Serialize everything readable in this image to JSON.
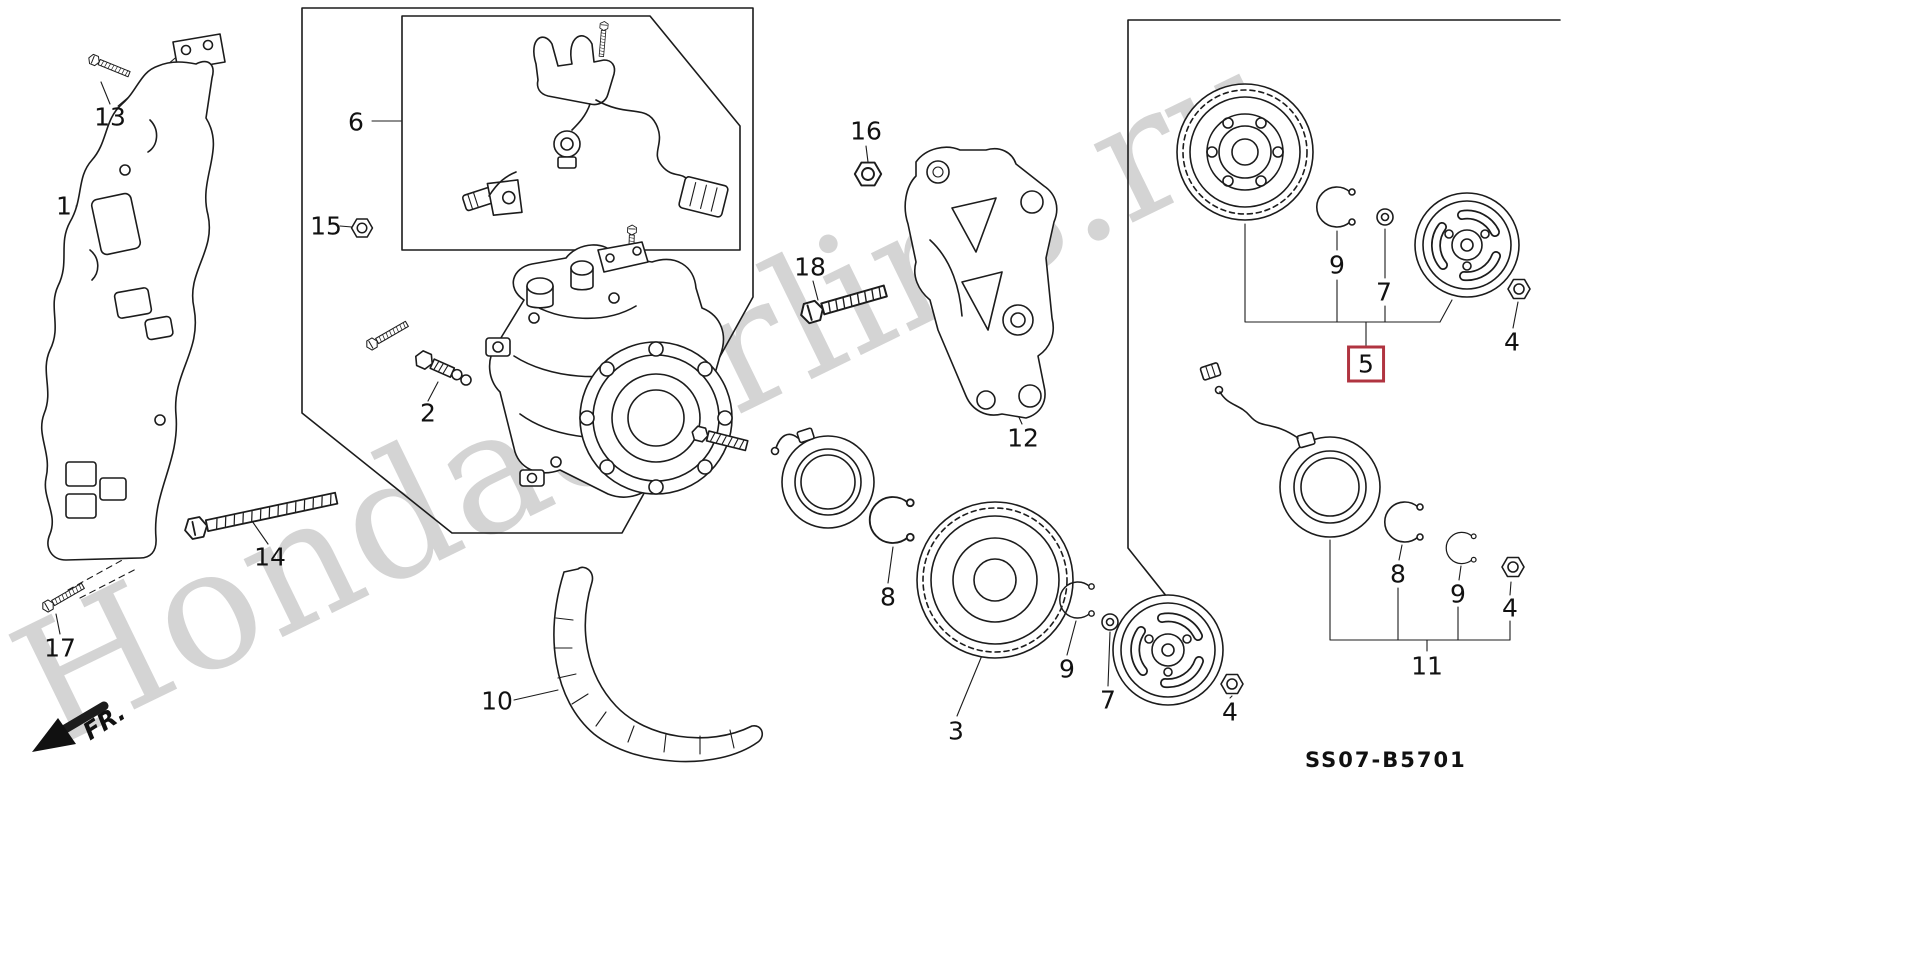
{
  "diagram": {
    "code": "SS07-B5701",
    "fr_label": "FR.",
    "watermark": "Hondacarlins.ru",
    "highlighted_part": "5"
  },
  "colors": {
    "highlight": "#b03440",
    "line": "#1c1c1c",
    "watermark": "#9a9a9a"
  },
  "labels": [
    {
      "text": "1"
    },
    {
      "text": "2"
    },
    {
      "text": "3"
    },
    {
      "text": "4"
    },
    {
      "text": "4"
    },
    {
      "text": "4"
    },
    {
      "text": "5"
    },
    {
      "text": "6"
    },
    {
      "text": "7"
    },
    {
      "text": "7"
    },
    {
      "text": "8"
    },
    {
      "text": "8"
    },
    {
      "text": "9"
    },
    {
      "text": "9"
    },
    {
      "text": "9"
    },
    {
      "text": "10"
    },
    {
      "text": "11"
    },
    {
      "text": "12"
    },
    {
      "text": "13"
    },
    {
      "text": "14"
    },
    {
      "text": "15"
    },
    {
      "text": "16"
    },
    {
      "text": "17"
    },
    {
      "text": "18"
    }
  ]
}
